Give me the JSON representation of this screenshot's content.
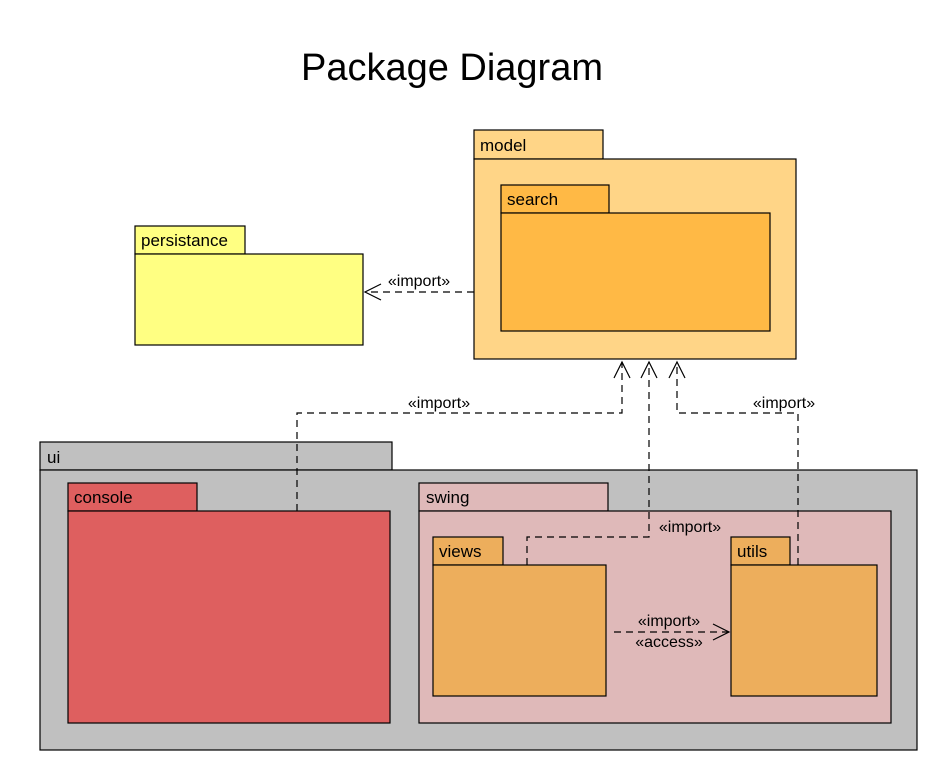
{
  "title": "Package Diagram",
  "packages": {
    "model": {
      "label": "model",
      "color": "#FFD587"
    },
    "search": {
      "label": "search",
      "color": "#FFB945"
    },
    "persistance": {
      "label": "persistance",
      "color": "#FFFF82"
    },
    "ui": {
      "label": "ui",
      "color": "#C0C0C0"
    },
    "console": {
      "label": "console",
      "color": "#DE5F5F"
    },
    "swing": {
      "label": "swing",
      "color": "#DFB9B9"
    },
    "views": {
      "label": "views",
      "color": "#EDAE5C"
    },
    "utils": {
      "label": "utils",
      "color": "#EDAE5C"
    }
  },
  "dependencies": {
    "model_to_persistance": {
      "label": "«import»"
    },
    "console_to_model": {
      "label": "«import»"
    },
    "utils_to_model": {
      "label": "«import»"
    },
    "views_to_model": {
      "label": "«import»"
    },
    "views_to_utils_import": {
      "label": "«import»"
    },
    "views_to_utils_access": {
      "label": "«access»"
    }
  }
}
